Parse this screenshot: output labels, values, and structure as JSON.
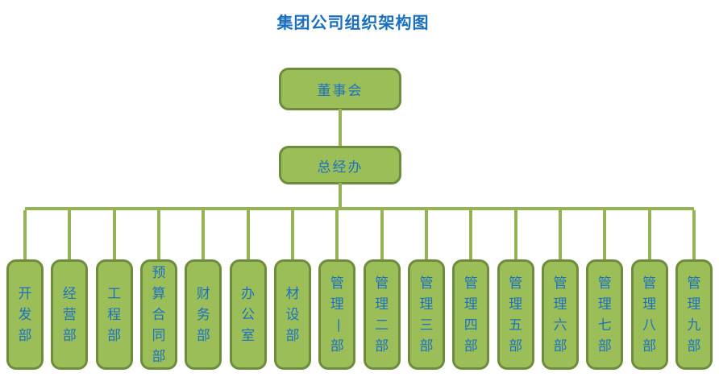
{
  "title": "集团公司组织架构图",
  "org": {
    "root": {
      "label": "董事会"
    },
    "level2": {
      "label": "总经办"
    },
    "departments": [
      "开发部",
      "经营部",
      "工程部",
      "预算合同部",
      "财务部",
      "办公室",
      "材设部",
      "管理一部",
      "管理二部",
      "管理三部",
      "管理四部",
      "管理五部",
      "管理六部",
      "管理七部",
      "管理八部",
      "管理九部"
    ]
  },
  "colors": {
    "title_text": "#1a6fbf",
    "node_fill": "#9cbe58",
    "node_border": "#6e8c3e",
    "node_text": "#1b72c0",
    "connector": "#96b455"
  }
}
